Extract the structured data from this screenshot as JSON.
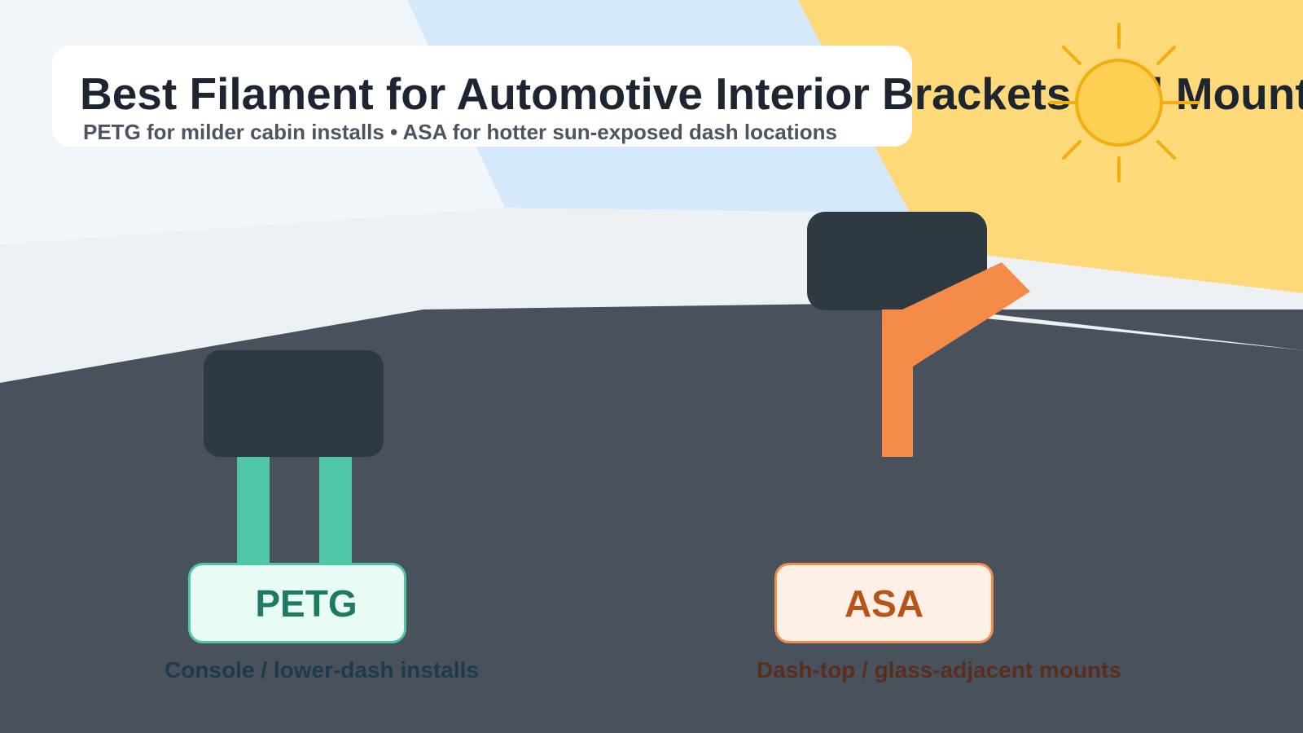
{
  "header": {
    "title": "Best Filament for Automotive Interior Brackets and Mounts",
    "subtitle": "PETG for milder cabin installs  •  ASA for hotter sun-exposed dash locations"
  },
  "options": [
    {
      "material": "PETG",
      "caption": "Console / lower-dash installs"
    },
    {
      "material": "ASA",
      "caption": "Dash-top / glass-adjacent mounts"
    }
  ],
  "colors": {
    "petg_accent": "#4fc7a6",
    "asa_accent": "#f48b48",
    "sun": "#f7b500",
    "dash": "#49525c",
    "device": "#2f3942"
  },
  "icons": {
    "sun": "sun-icon",
    "petg_mount": "two-leg-bracket-icon",
    "asa_mount": "arm-bracket-icon"
  }
}
